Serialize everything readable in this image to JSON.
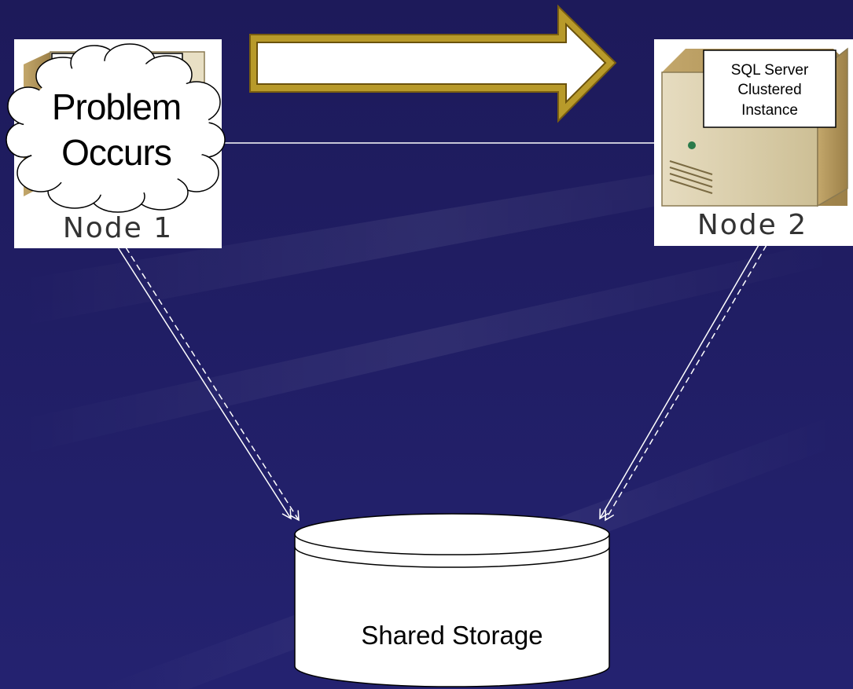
{
  "colors": {
    "background_top": "#1d1a5a",
    "background_bottom": "#221f6a",
    "arrow_border": "#a8841c",
    "arrow_fill": "#ffffff",
    "connector": "#ffffff"
  },
  "nodes": {
    "node1": {
      "label": "Node 1",
      "icon": "server-icon"
    },
    "node2": {
      "label": "Node 2",
      "icon": "server-icon"
    }
  },
  "problem_cloud": {
    "line1": "Problem",
    "line2": "Occurs"
  },
  "instance_box": {
    "line1": "SQL Server",
    "line2": "Clustered",
    "line3": "Instance"
  },
  "failover_arrow": {
    "direction": "right",
    "icon": "right-arrow-icon"
  },
  "storage": {
    "label": "Shared Storage",
    "icon": "database-cylinder-icon"
  }
}
